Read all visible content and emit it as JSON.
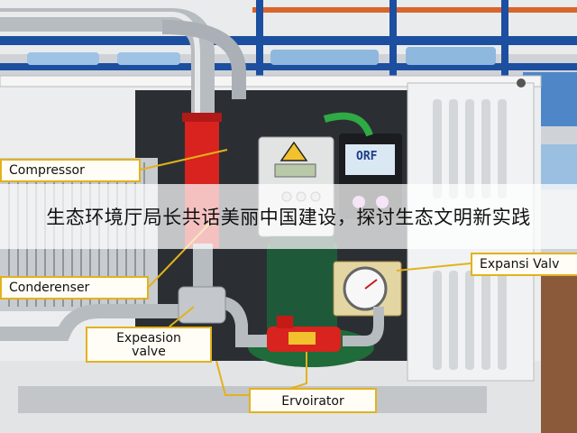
{
  "scene_description_labels": {
    "compressor": "Compressor",
    "condenser": "Conderenser",
    "expansion_valve_right": "Expansi Valv",
    "expansion_valve_left_line1": "Expeasion",
    "expansion_valve_left_line2": "valve",
    "evaporator": "Ervoirator"
  },
  "caption": "生态环境厅局长共话美丽中国建设，探讨生态文明新实践",
  "controller_display": "ORF",
  "colors": {
    "label_border": "#e2b21c",
    "pipe_red": "#d8231f",
    "compressor_green": "#1e5a3a",
    "shelf_blue": "#1d4fa0"
  }
}
